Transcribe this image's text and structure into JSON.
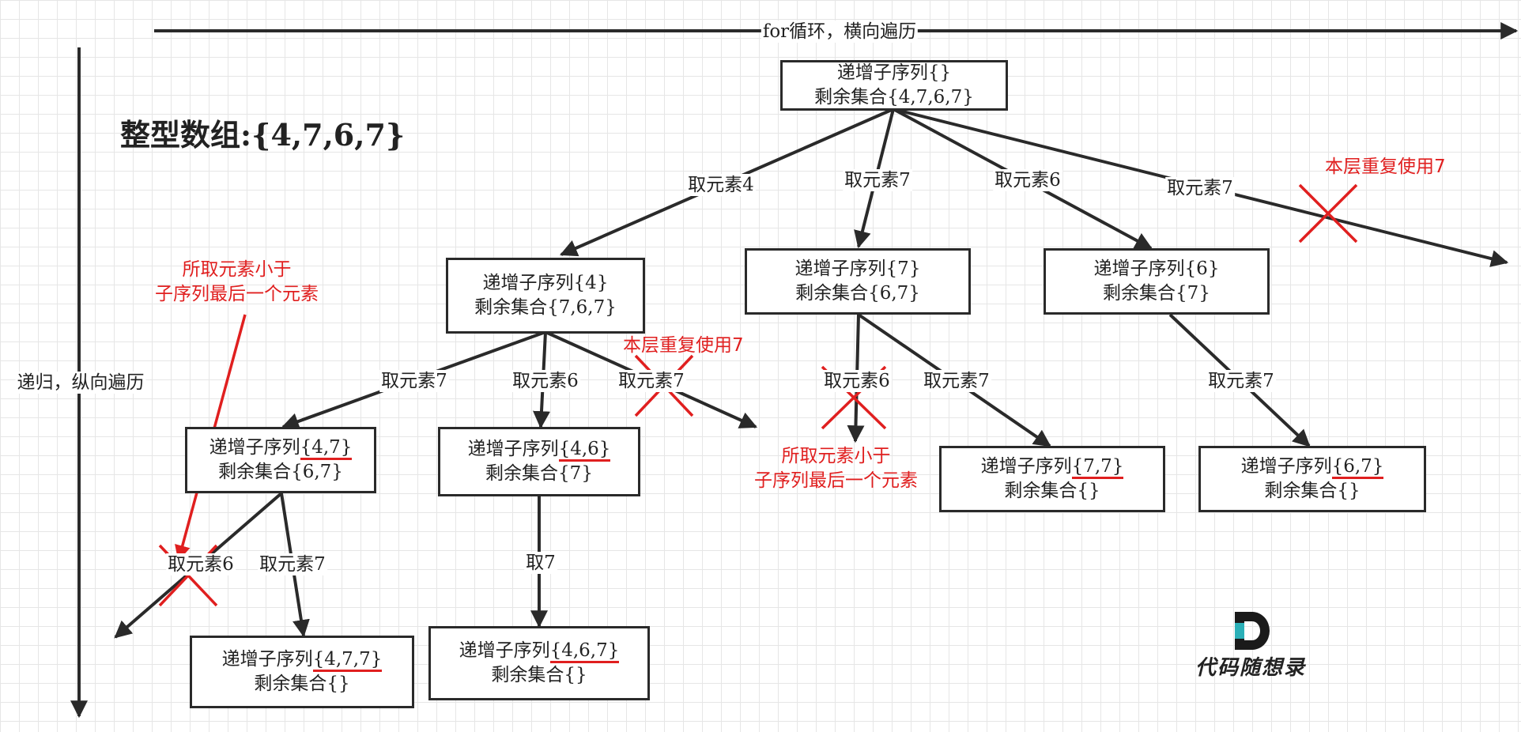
{
  "axes": {
    "horizontal_label": "for循环，横向遍历",
    "vertical_label": "递归，纵向遍历"
  },
  "title": "整型数组:{4,7,6,7}",
  "nodes": {
    "root": {
      "line1": "递增子序列{}",
      "line2": "剩余集合{4,7,6,7}"
    },
    "n4": {
      "line1": "递增子序列{4}",
      "line2": "剩余集合{7,6,7}"
    },
    "n7": {
      "line1": "递增子序列{7}",
      "line2": "剩余集合{6,7}"
    },
    "n6": {
      "line1": "递增子序列{6}",
      "line2": "剩余集合{7}"
    },
    "n47": {
      "line1_prefix": "递增子序列",
      "line1_set": "{4,7}",
      "line2": "剩余集合{6,7}"
    },
    "n46": {
      "line1_prefix": "递增子序列",
      "line1_set": "{4,6}",
      "line2": "剩余集合{7}"
    },
    "n77": {
      "line1_prefix": "递增子序列",
      "line1_set": "{7,7}",
      "line2": "剩余集合{}"
    },
    "n67": {
      "line1_prefix": "递增子序列",
      "line1_set": "{6,7}",
      "line2": "剩余集合{}"
    },
    "n477": {
      "line1_prefix": "递增子序列",
      "line1_set": "{4,7,7}",
      "line2": "剩余集合{}"
    },
    "n467": {
      "line1_prefix": "递增子序列",
      "line1_set": "{4,6,7}",
      "line2": "剩余集合{}"
    }
  },
  "edge_labels": {
    "root_4": "取元素4",
    "root_7": "取元素7",
    "root_6": "取元素6",
    "root_7b": "取元素7",
    "n4_7": "取元素7",
    "n4_6": "取元素6",
    "n4_7b": "取元素7",
    "n7_6": "取元素6",
    "n7_7": "取元素7",
    "n6_7": "取元素7",
    "n47_6": "取元素6",
    "n47_7": "取元素7",
    "n46_7": "取7"
  },
  "annotations": {
    "dup_top": "本层重复使用7",
    "dup_mid": "本层重复使用7",
    "smaller_left": [
      "所取元素小于",
      "子序列最后一个元素"
    ],
    "smaller_mid": [
      "所取元素小于",
      "子序列最后一个元素"
    ]
  },
  "logo": {
    "text": "代码随想录"
  },
  "colors": {
    "line": "#2a2a2a",
    "accent": "#e01f1f",
    "logo_teal": "#2bb0b8"
  }
}
